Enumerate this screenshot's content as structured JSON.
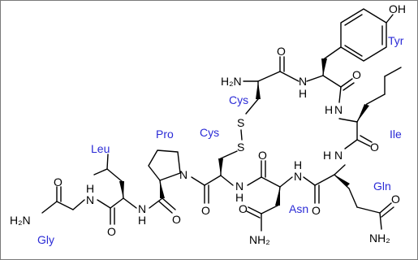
{
  "residues": {
    "tyr": "Tyr",
    "cys1": "Cys",
    "cys2": "Cys",
    "ile": "Ile",
    "pro": "Pro",
    "leu": "Leu",
    "gln": "Gln",
    "asn": "Asn",
    "gly": "Gly"
  },
  "atoms": {
    "oh": "OH",
    "h2n_top": "H₂N",
    "h2n_left": "H₂N",
    "nh2_asn": "NH₂",
    "nh2_gln": "NH₂",
    "o": "O",
    "n": "N",
    "h": "H",
    "s": "S"
  },
  "colors": {
    "residue_label": "#2b2bd6",
    "bond": "#000000",
    "border": "#7a7a7a"
  }
}
